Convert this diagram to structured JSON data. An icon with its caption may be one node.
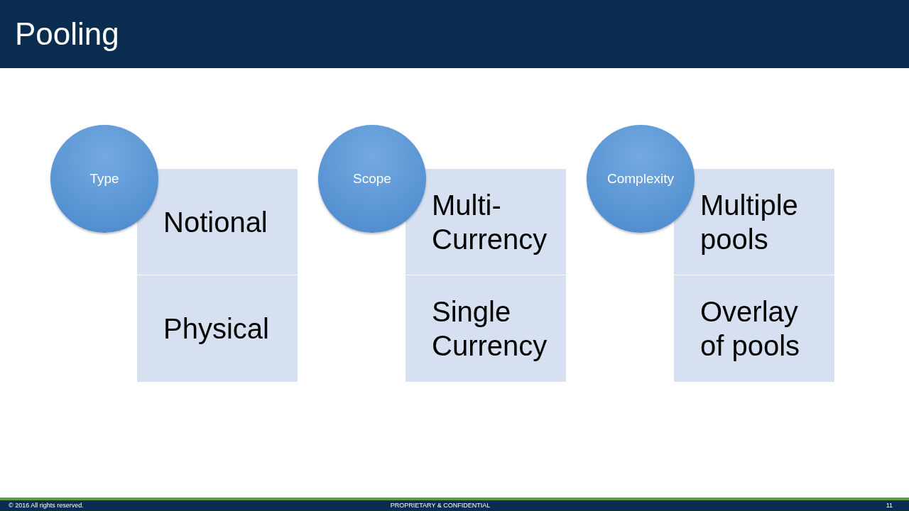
{
  "diagram": {
    "title": "Pooling",
    "nodes": [
      {
        "text": [
          "Type"
        ]
      },
      {
        "text": [
          "Notional"
        ]
      },
      {
        "text": [
          "Physical"
        ]
      },
      {
        "text": [
          "Scope"
        ]
      },
      {
        "text": [
          "Multi-Currency"
        ]
      },
      {
        "text": [
          "Single Currency"
        ]
      },
      {
        "text": [
          "Complexity"
        ]
      },
      {
        "text": [
          "Multiple pools"
        ]
      },
      {
        "text": [
          "Overlay of pools"
        ]
      }
    ],
    "labels": [
      "© 2016 All rights reserved.",
      "PROPRIETARY & CONFIDENTIAL",
      "11"
    ]
  }
}
